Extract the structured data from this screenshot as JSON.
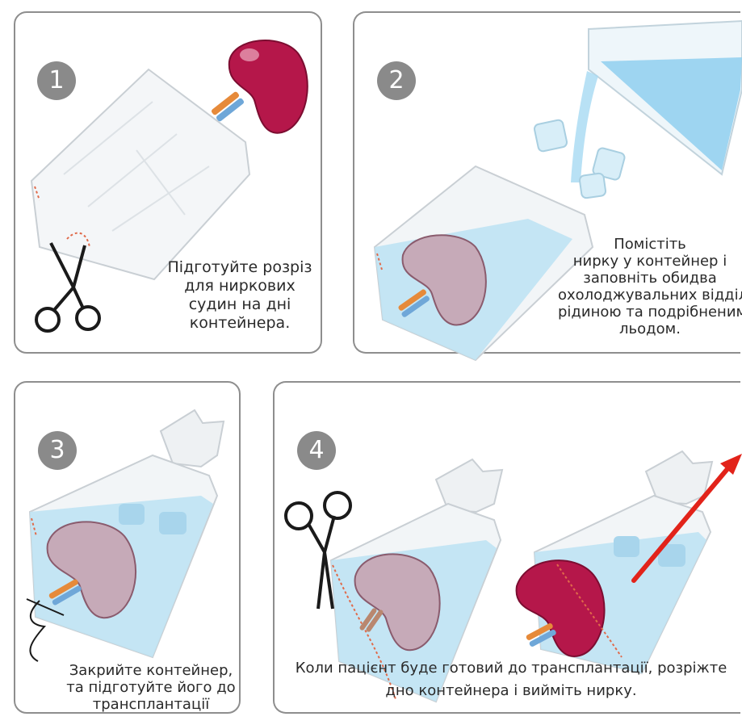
{
  "steps": [
    {
      "number": "1",
      "lines": [
        "Підготуйте розріз",
        "для ниркових",
        "судин  на дні",
        "контейнера."
      ]
    },
    {
      "number": "2",
      "lines": [
        "Помістіть",
        "нирку у контейнер і",
        "заповніть обидва",
        "охолоджувальних відділи",
        "рідиною та подрібненим",
        "льодом."
      ]
    },
    {
      "number": "3",
      "lines": [
        "Закрийте контейнер,",
        "та підготуйте його до",
        "трансплантації"
      ]
    },
    {
      "number": "4",
      "lines": [
        "Коли пацієнт буде готовий до трансплантації, розріжте",
        "дно контейнера і вийміть нирку."
      ]
    }
  ],
  "colors": {
    "panel_border": "#8e8e8e",
    "badge": "#8a8a8a",
    "kidney": "#b5174a",
    "kidney_in_ice": "#c6aab8",
    "ice_liquid": "#bfe3f3",
    "arrow": "#e2231a"
  }
}
